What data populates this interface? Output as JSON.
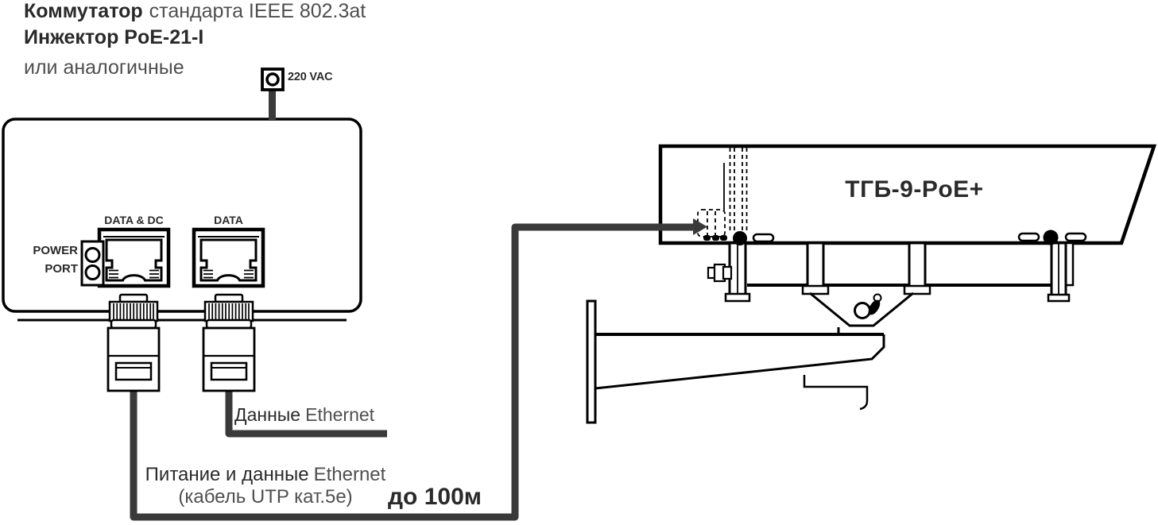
{
  "title": {
    "line1_bold": "Коммутатор",
    "line1_regular": "стандарта IEEE 802.3at",
    "line2": "Инжектор PoE-21-I",
    "line3": "или аналогичные"
  },
  "power_source": {
    "label": "220 VAC"
  },
  "injector": {
    "port_data_dc": "DATA & DC",
    "port_data": "DATA",
    "power_label": "POWER",
    "port_label": "PORT"
  },
  "camera": {
    "model": "ТГБ-9-PoE+"
  },
  "cable_labels": {
    "data_dark": "Данные",
    "data_gray": "Ethernet",
    "poe_dark": "Питание и данные",
    "poe_gray": "Ethernet",
    "poe_line2": "(кабель UTP кат.5e)",
    "max_distance": "до 100м"
  },
  "colors": {
    "ink": "#000000",
    "cable": "#3a3a3a",
    "text_primary": "#2a2a2a",
    "text_secondary": "#4f4f4f"
  }
}
